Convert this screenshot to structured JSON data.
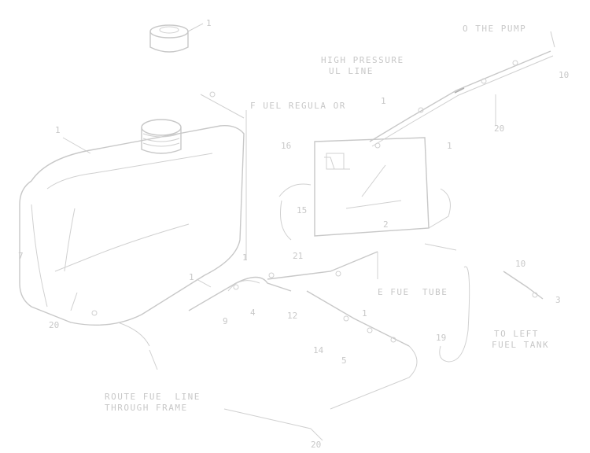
{
  "labels": {
    "high_pressure_line": [
      "HIGH PRESSURE",
      "UL LINE"
    ],
    "other_pump": "O THE PUMP",
    "fuel_regulator": "F UEL REGULA OR",
    "fuel_tube": "E FUE  TUBE",
    "to_left_fuel_tank": [
      "TO LEFT",
      "FUEL TANK"
    ],
    "route_fuel_line": [
      "ROUTE FUE  LINE",
      "THROUGH FRAME"
    ]
  },
  "numbers": [
    "1",
    "1",
    "1",
    "1",
    "10",
    "1",
    "16",
    "2",
    "15",
    "21",
    "1",
    "12",
    "9",
    "4",
    "1",
    "14",
    "5",
    "7",
    "19",
    "10",
    "3",
    "20",
    "20",
    "20"
  ]
}
